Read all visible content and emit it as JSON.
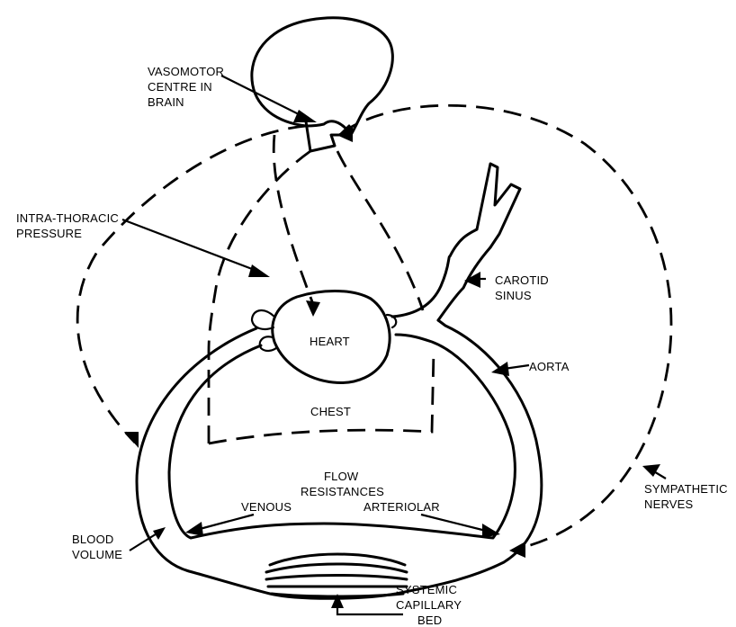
{
  "labels": {
    "vasomotor_1": "VASOMOTOR",
    "vasomotor_2": "CENTRE IN",
    "vasomotor_3": "BRAIN",
    "intrathoracic_1": "INTRA-THORACIC",
    "intrathoracic_2": "PRESSURE",
    "carotid_1": "CAROTID",
    "carotid_2": "SINUS",
    "heart": "HEART",
    "aorta": "AORTA",
    "chest": "CHEST",
    "flow_1": "FLOW",
    "flow_2": "RESISTANCES",
    "venous": "VENOUS",
    "arteriolar": "ARTERIOLAR",
    "sympathetic_1": "SYMPATHETIC",
    "sympathetic_2": "NERVES",
    "blood_1": "BLOOD",
    "blood_2": "VOLUME",
    "systemic_1": "SYSTEMIC",
    "systemic_2": "CAPILLARY",
    "systemic_3": "BED"
  }
}
